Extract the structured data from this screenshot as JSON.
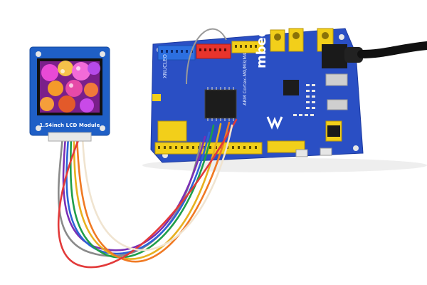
{
  "lcd_module": {
    "label": "1.54inch LCD Module"
  },
  "dev_board": {
    "brand": "mbed",
    "core_label": "ARM Cortex-M0/M3/M4",
    "series_label": "XNUCLEO"
  },
  "colors": {
    "board_blue": "#2a4fc4",
    "header_yellow": "#f2cf1a",
    "header_red": "#e8342c",
    "header_blue": "#2c6fe0"
  },
  "wire_colors": [
    "#8a8a8a",
    "#7a2fb5",
    "#2d63d6",
    "#1f9e4a",
    "#e8b020",
    "#f07a24",
    "#e23a3a",
    "#f0e4d0"
  ]
}
